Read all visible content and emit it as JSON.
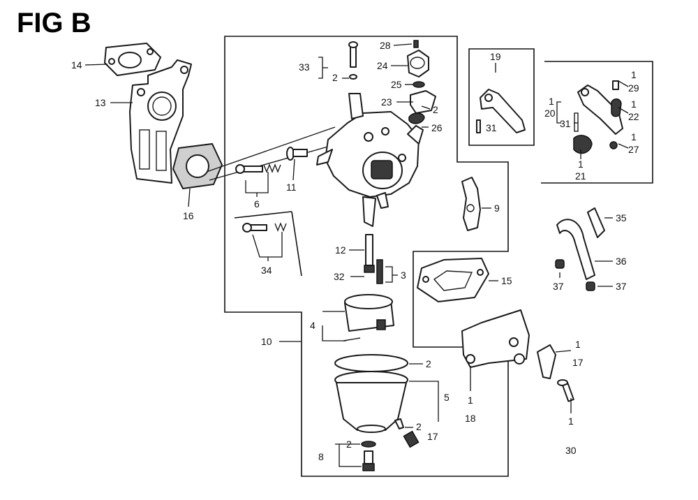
{
  "figure": {
    "title": "FIG B"
  },
  "callouts": [
    {
      "key": "14",
      "text": "14"
    },
    {
      "key": "13",
      "text": "13"
    },
    {
      "key": "16",
      "text": "16"
    },
    {
      "key": "33",
      "text": "33"
    },
    {
      "key": "33_qty",
      "text": "2"
    },
    {
      "key": "28",
      "text": "28"
    },
    {
      "key": "24",
      "text": "24"
    },
    {
      "key": "25",
      "text": "25"
    },
    {
      "key": "23",
      "text": "23"
    },
    {
      "key": "23_qty",
      "text": "2"
    },
    {
      "key": "26",
      "text": "26"
    },
    {
      "key": "19",
      "text": "19"
    },
    {
      "key": "31a",
      "text": "31"
    },
    {
      "key": "20_qty",
      "text": "1"
    },
    {
      "key": "20",
      "text": "20"
    },
    {
      "key": "31b",
      "text": "31"
    },
    {
      "key": "29_qty",
      "text": "1"
    },
    {
      "key": "29",
      "text": "29"
    },
    {
      "key": "22_qty",
      "text": "1"
    },
    {
      "key": "22",
      "text": "22"
    },
    {
      "key": "27_qty",
      "text": "1"
    },
    {
      "key": "27",
      "text": "27"
    },
    {
      "key": "21_qty",
      "text": "1"
    },
    {
      "key": "21",
      "text": "21"
    },
    {
      "key": "6",
      "text": "6"
    },
    {
      "key": "11",
      "text": "11"
    },
    {
      "key": "9",
      "text": "9"
    },
    {
      "key": "34",
      "text": "34"
    },
    {
      "key": "12",
      "text": "12"
    },
    {
      "key": "32",
      "text": "32"
    },
    {
      "key": "3",
      "text": "3"
    },
    {
      "key": "35",
      "text": "35"
    },
    {
      "key": "36",
      "text": "36"
    },
    {
      "key": "37a",
      "text": "37"
    },
    {
      "key": "37b",
      "text": "37"
    },
    {
      "key": "15",
      "text": "15"
    },
    {
      "key": "4",
      "text": "4"
    },
    {
      "key": "10",
      "text": "10"
    },
    {
      "key": "5_qty_top",
      "text": "2"
    },
    {
      "key": "5",
      "text": "5"
    },
    {
      "key": "17a_qty",
      "text": "2"
    },
    {
      "key": "17a",
      "text": "17"
    },
    {
      "key": "8_qty",
      "text": "2"
    },
    {
      "key": "8",
      "text": "8"
    },
    {
      "key": "18_qty",
      "text": "1"
    },
    {
      "key": "18",
      "text": "18"
    },
    {
      "key": "17b_qty",
      "text": "1"
    },
    {
      "key": "17b",
      "text": "17"
    },
    {
      "key": "30_qty",
      "text": "1"
    },
    {
      "key": "30",
      "text": "30"
    }
  ]
}
